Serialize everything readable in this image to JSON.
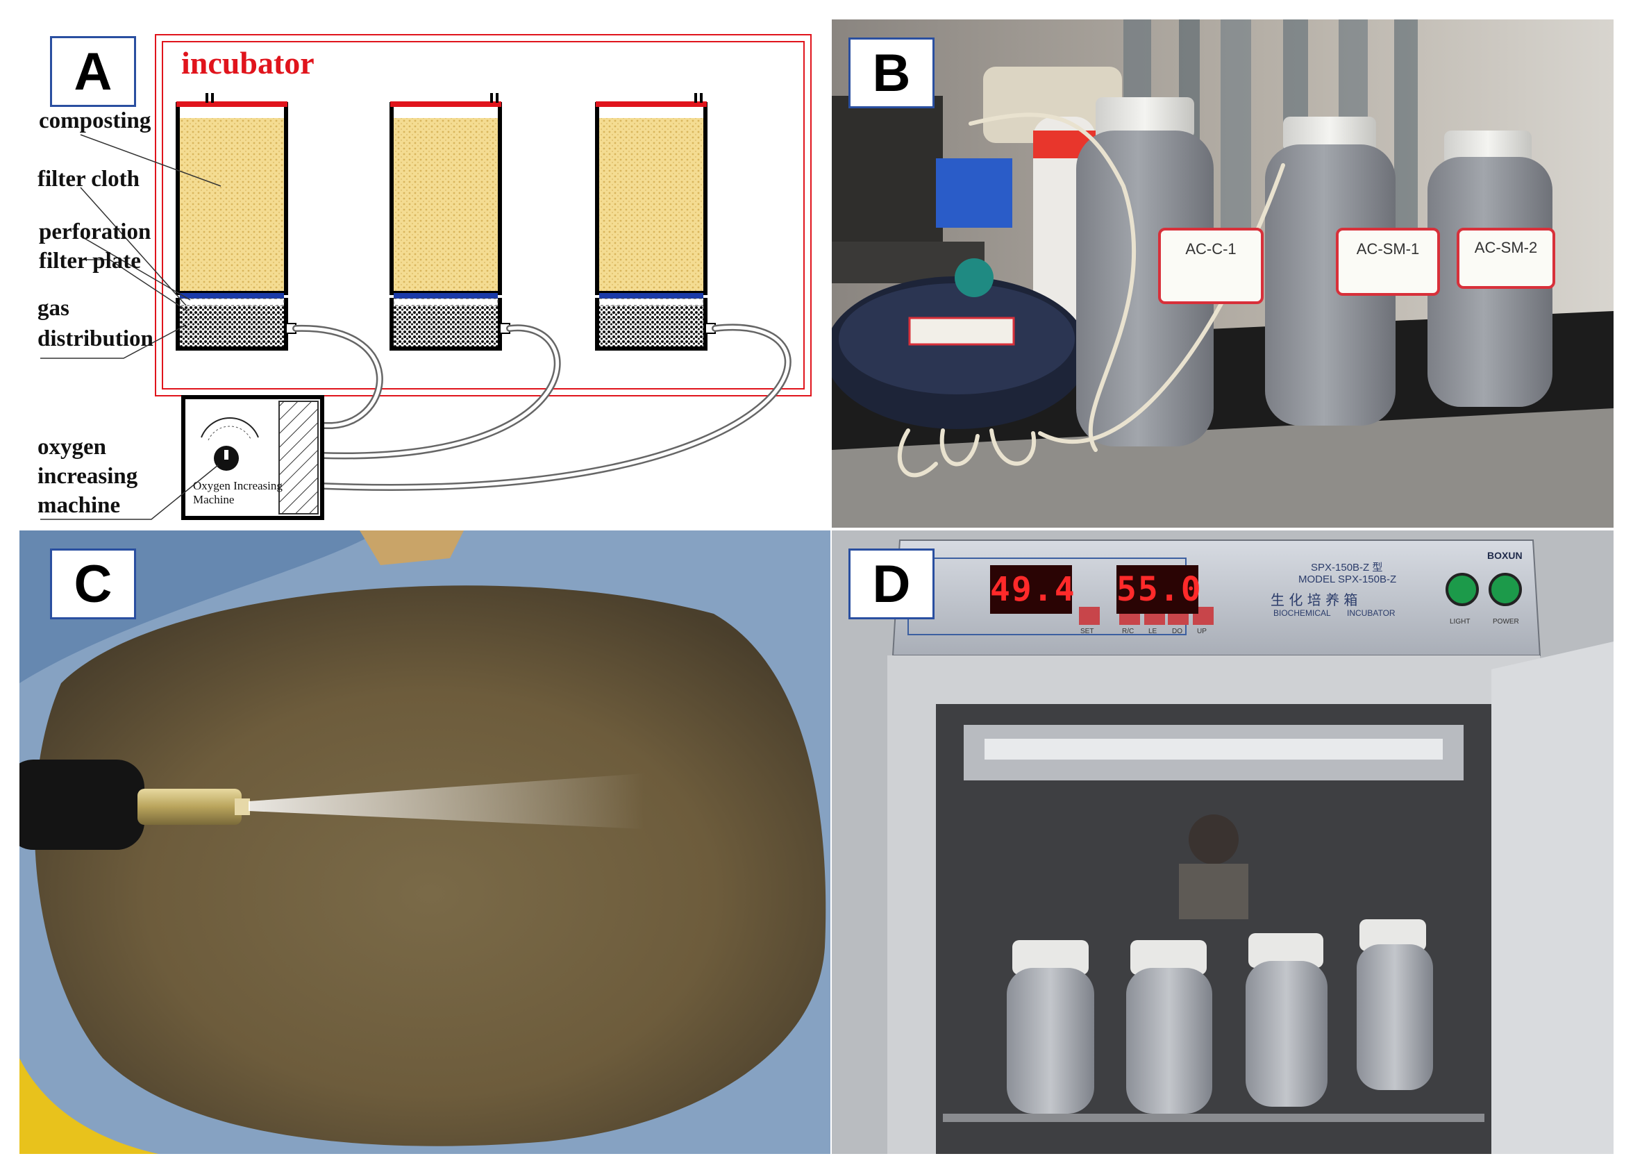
{
  "panels": {
    "a": {
      "label": "A"
    },
    "b": {
      "label": "B"
    },
    "c": {
      "label": "C"
    },
    "d": {
      "label": "D"
    }
  },
  "diagram": {
    "title": "incubator",
    "annotations": {
      "composting": "composting",
      "filter_cloth": "filter cloth",
      "perforation_1": "perforation",
      "perforation_2": "filter plate",
      "gas_1": "gas",
      "gas_2": "distribution",
      "oxygen_1": "oxygen",
      "oxygen_2": "increasing",
      "oxygen_3": "machine"
    },
    "machine_text_1": "Oxygen Increasing",
    "machine_text_2": "Machine",
    "colors": {
      "title": "#e0141c",
      "border": "#e0141c",
      "compost": "#f2d98a",
      "filter_cloth": "#1a3aa8"
    }
  },
  "photo_b": {
    "jar_labels": [
      "AC-C-1",
      "AC-SM-1",
      "AC-SM-2"
    ],
    "device_label": "···"
  },
  "photo_d": {
    "display_left": "49.4",
    "display_right": "55.0",
    "model_line_1": "SPX-150B-Z 型",
    "model_line_2": "MODEL SPX-150B-Z",
    "name_cn": "生 化 培 养 箱",
    "name_en_1": "BIOCHEMICAL",
    "name_en_2": "INCUBATOR",
    "brand": "BOXUN",
    "button_labels": [
      "SET",
      "R/C",
      "LE",
      "DO",
      "UP"
    ],
    "light_label": "LIGHT",
    "power_label": "POWER"
  }
}
